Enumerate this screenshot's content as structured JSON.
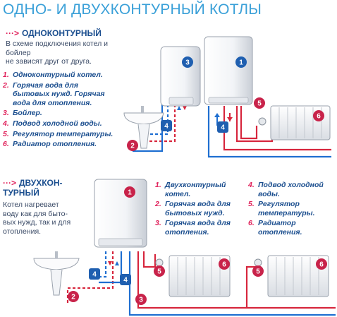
{
  "title": "ОДНО- И ДВУХКОНТУРНЫЙ КОТЛЫ",
  "single": {
    "arrow": "···>",
    "heading": "ОДНОКОНТУРНЫЙ",
    "desc_lines": [
      "В схеме подключения котел и бойлер",
      "не зависят друг от друга."
    ],
    "items": [
      {
        "num": "1.",
        "text": "Одноконтурный котел."
      },
      {
        "num": "2.",
        "text": "Горячая вода для бытовых нужд. Горячая вода для отопления."
      },
      {
        "num": "3.",
        "text": "Бойлер."
      },
      {
        "num": "4.",
        "text": "Подвод холодной воды."
      },
      {
        "num": "5.",
        "text": "Регулятор температуры."
      },
      {
        "num": "6.",
        "text": "Радиатор отопления."
      }
    ],
    "badges": [
      "1",
      "2",
      "3",
      "4",
      "5",
      "6"
    ]
  },
  "double": {
    "arrow": "···>",
    "heading_line1": "ДВУХКОН-",
    "heading_line2": "ТУРНЫЙ",
    "desc_lines": [
      "Котел нагревает",
      "воду как для быто-",
      "вых нужд, так и для",
      "отопления."
    ],
    "items_left": [
      {
        "num": "1.",
        "text": "Двухконтурный котел."
      },
      {
        "num": "2.",
        "text": "Горячая вода для бытовых нужд."
      },
      {
        "num": "3.",
        "text": "Горячая вода для отопления."
      }
    ],
    "items_right": [
      {
        "num": "4.",
        "text": "Подвод холодной воды."
      },
      {
        "num": "5.",
        "text": "Регулятор температуры."
      },
      {
        "num": "6.",
        "text": "Радиатор отопления."
      }
    ],
    "badges": [
      "1",
      "2",
      "3",
      "4",
      "5",
      "6",
      "5",
      "6"
    ]
  },
  "colors": {
    "hot": "#d7263d",
    "cold": "#1f6fd1",
    "badge_blue": "#1f5fb0",
    "badge_red": "#c8234a",
    "accent": "#e0205a",
    "heading": "#1c4f8f",
    "title": "#3aa0d8"
  },
  "icons": [
    "boiler-unit",
    "water-heater",
    "washbasin",
    "radiator",
    "temperature-regulator"
  ]
}
